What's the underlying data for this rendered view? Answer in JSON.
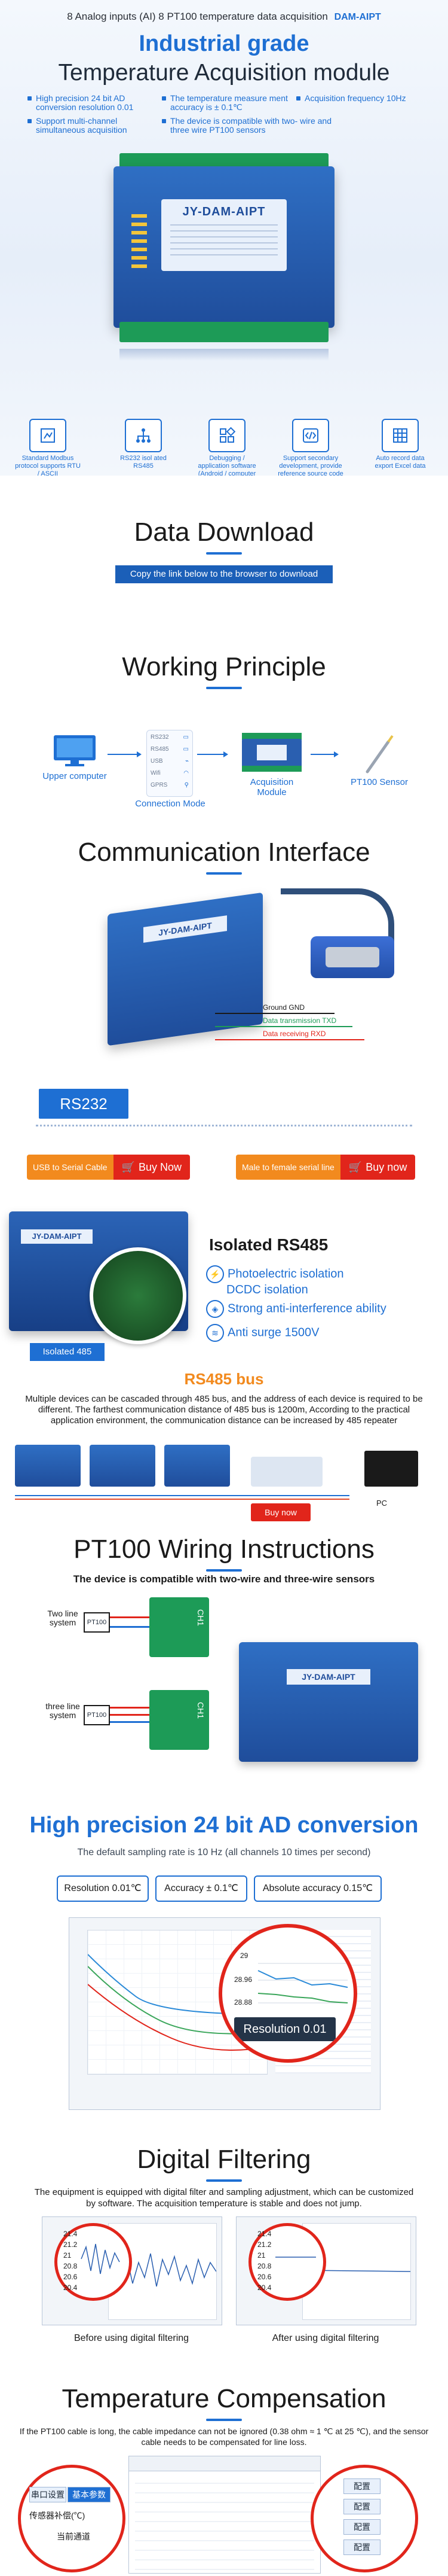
{
  "hero": {
    "top_line": "8 Analog inputs (AI) 8 PT100 temperature data acquisition",
    "model_tag": "DAM-AIPT",
    "title_1": "Industrial grade",
    "title_2": "Temperature Acquisition module",
    "features": [
      "High precision 24 bit AD conversion resolution 0.01",
      "The temperature measure ment accuracy is ± 0.1℃",
      "Acquisition frequency 10Hz",
      "Support multi-channel simultaneous acquisition",
      "The device is compatible with two- wire and three wire PT100 sensors"
    ],
    "device_model": "JY-DAM-AIPT",
    "icons": [
      {
        "name": "protocol-icon",
        "text": "Standard Modbus protocol supports RTU / ASCII"
      },
      {
        "name": "network-icon",
        "text": "RS232 isol ated RS485"
      },
      {
        "name": "app-icon",
        "text": "Debugging / application software (Android / computer software)"
      },
      {
        "name": "code-icon",
        "text": "Support secondary development, provide reference source code"
      },
      {
        "name": "table-icon",
        "text": "Auto record data export Excel data"
      }
    ]
  },
  "download": {
    "title": "Data Download",
    "bar": "Copy the link below to the browser to download"
  },
  "working": {
    "title": "Working Principle",
    "upper": "Upper computer",
    "connection": "Connection Mode",
    "module": "Acquisition Module",
    "sensor": "PT100 Sensor",
    "conn_items": [
      "RS232",
      "RS485",
      "USB",
      "Wifi",
      "GPRS"
    ]
  },
  "comm": {
    "title": "Communication Interface",
    "device_model": "JY-DAM-AIPT",
    "ground": "Ground GND",
    "tx": "Data transmission TXD",
    "rx": "Data receiving RXD",
    "badge": "RS232",
    "buy1_left": "USB to Serial Cable",
    "buy1_right": "Buy Now",
    "buy2_left": "Male to female serial line",
    "buy2_right": "Buy now"
  },
  "rs485": {
    "photo_model": "JY-DAM-AIPT",
    "iso_label": "Isolated 485",
    "title": "Isolated RS485",
    "f1a": "Photoelectric isolation",
    "f1b": "DCDC isolation",
    "f2": "Strong anti-interference ability",
    "f3": "Anti surge 1500V",
    "bus_title": "RS485 bus",
    "bus_text": "Multiple devices can be cascaded through 485 bus, and the address of each device is required to be different. The farthest communication distance of 485 bus is 1200m, According to the practical application environment, the communication distance can be increased by 485 repeater",
    "buy": "Buy now",
    "pc": "PC"
  },
  "pt100": {
    "title": "PT100 Wiring Instructions",
    "sub": "The device is compatible with two-wire and three-wire sensors",
    "two": "Two line system",
    "three": "three line system",
    "sensor": "PT100",
    "terminal": "CH1",
    "device_model": "JY-DAM-AIPT"
  },
  "precision": {
    "title": "High precision 24 bit AD conversion",
    "sub": "The default sampling rate is 10 Hz (all channels 10 times per second)",
    "pills": [
      "Resolution 0.01℃",
      "Accuracy ± 0.1℃",
      "Absolute accuracy 0.15℃"
    ],
    "mag_values": [
      "29",
      "28.96",
      "28.88"
    ],
    "resolution": "Resolution 0.01"
  },
  "filtering": {
    "title": "Digital Filtering",
    "desc": "The equipment is equipped with digital filter and sampling adjustment, which can be customized by software. The acquisition temperature is stable and does not jump.",
    "before_values": [
      "21.4",
      "21.2",
      "21",
      "20.8",
      "20.6",
      "20.4"
    ],
    "after_values": [
      "21.4",
      "21.2",
      "21",
      "20.8",
      "20.6",
      "20.4"
    ],
    "before": "Before using digital filtering",
    "after": "After using digital filtering"
  },
  "compensation": {
    "title": "Temperature Compensation",
    "desc": "If the PT100 cable is long, the cable impedance can not be ignored (0.38 ohm ≈ 1 ℃ at 25 ℃), and the sensor cable needs to be compensated for line loss.",
    "left_items": [
      "串口设置",
      "基本参数",
      "传感器补偿(℃)",
      "当前通道"
    ],
    "right_items": [
      "配置",
      "配置",
      "配置",
      "配置"
    ]
  },
  "colors": {
    "accent": "#1e6fd3",
    "orange": "#f28a1e",
    "red": "#e1251b",
    "green": "#1d9b57"
  }
}
